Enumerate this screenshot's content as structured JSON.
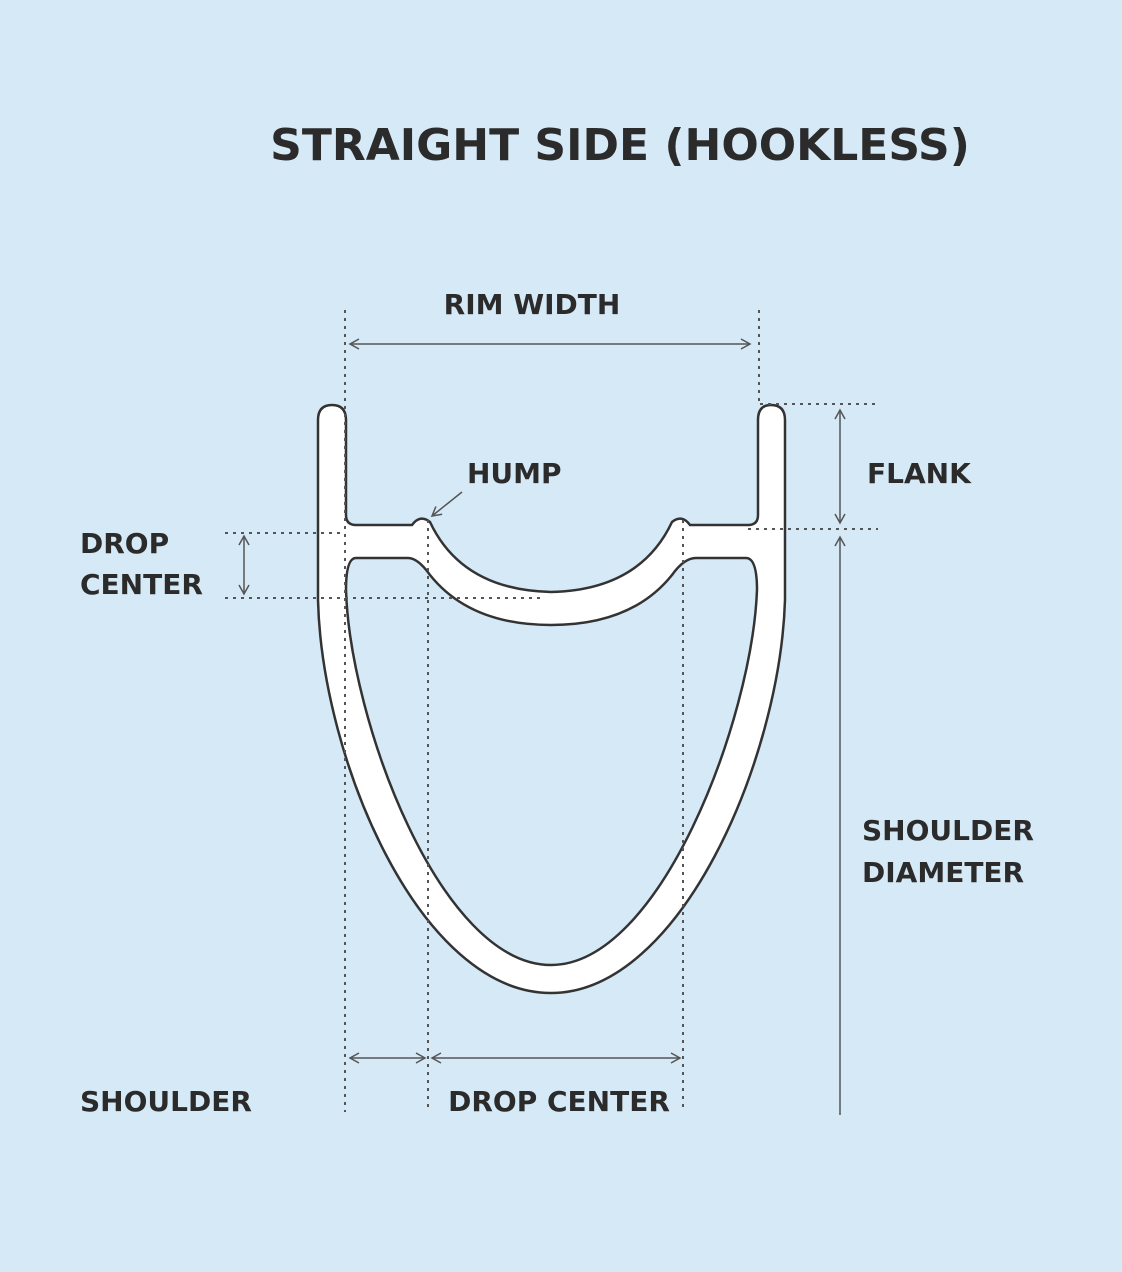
{
  "title": "STRAIGHT SIDE (HOOKLESS)",
  "labels": {
    "rim_width": "RIM WIDTH",
    "hump": "HUMP",
    "flank": "FLANK",
    "drop_center_left_line1": "DROP",
    "drop_center_left_line2": "CENTER",
    "shoulder_diameter_line1": "SHOULDER",
    "shoulder_diameter_line2": "DIAMETER",
    "shoulder": "SHOULDER",
    "drop_center_bottom": "DROP CENTER"
  },
  "colors": {
    "background": "#d5e9f7",
    "rim_fill": "#ffffff",
    "text": "#2b2b2b"
  }
}
